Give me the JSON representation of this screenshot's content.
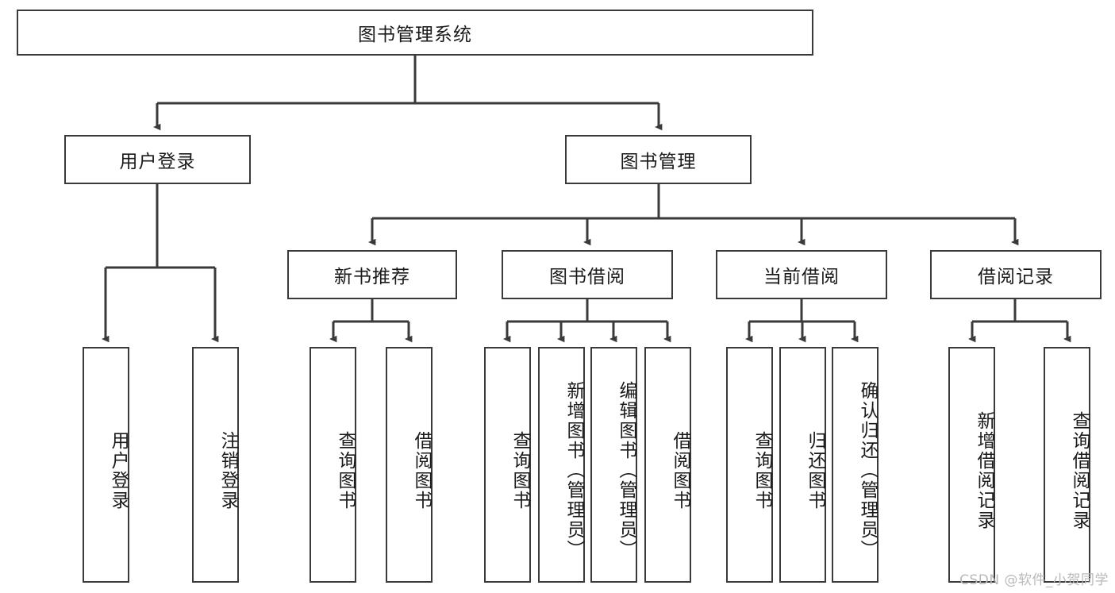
{
  "diagram": {
    "type": "tree-hierarchy",
    "title": "图书管理系统",
    "watermark": "CSDN @软件_小贺同学",
    "accent_border": "#3a3a3a",
    "background": "#ffffff",
    "levels": {
      "root": {
        "label": "图书管理系统"
      },
      "level2": [
        {
          "label": "用户登录"
        },
        {
          "label": "图书管理"
        }
      ],
      "level3": [
        {
          "label": "新书推荐"
        },
        {
          "label": "图书借阅"
        },
        {
          "label": "当前借阅"
        },
        {
          "label": "借阅记录"
        }
      ],
      "leaves": {
        "user_login": [
          {
            "label": "用户登录"
          },
          {
            "label": "注销登录"
          }
        ],
        "new_book": [
          {
            "label": "查询图书"
          },
          {
            "label": "借阅图书"
          }
        ],
        "book_borrow": [
          {
            "label": "查询图书"
          },
          {
            "label": "新增图书（管理员）"
          },
          {
            "label": "编辑图书（管理员）"
          },
          {
            "label": "借阅图书"
          }
        ],
        "current_borrow": [
          {
            "label": "查询图书"
          },
          {
            "label": "归还图书"
          },
          {
            "label": "确认归还（管理员）"
          }
        ],
        "borrow_record": [
          {
            "label": "新增借阅记录"
          },
          {
            "label": "查询借阅记录"
          }
        ]
      }
    }
  }
}
